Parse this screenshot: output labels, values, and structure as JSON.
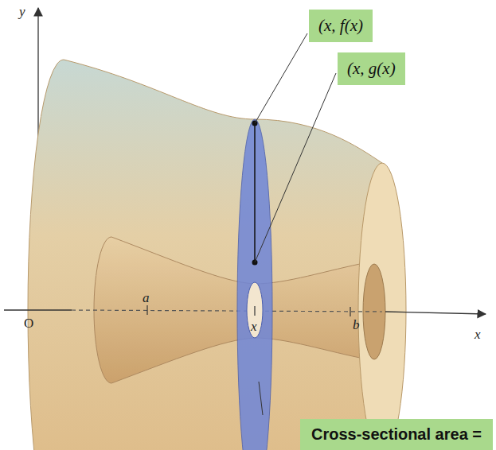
{
  "diagram": {
    "nodes": [
      {
        "text": [
          "(x, f(x)"
        ]
      },
      {
        "text": [
          "(x, g(x)"
        ]
      },
      {
        "text": [
          "Cross-sectional area ="
        ]
      }
    ],
    "labels": [
      "y",
      "O",
      "a",
      "x",
      "b",
      "x"
    ]
  }
}
